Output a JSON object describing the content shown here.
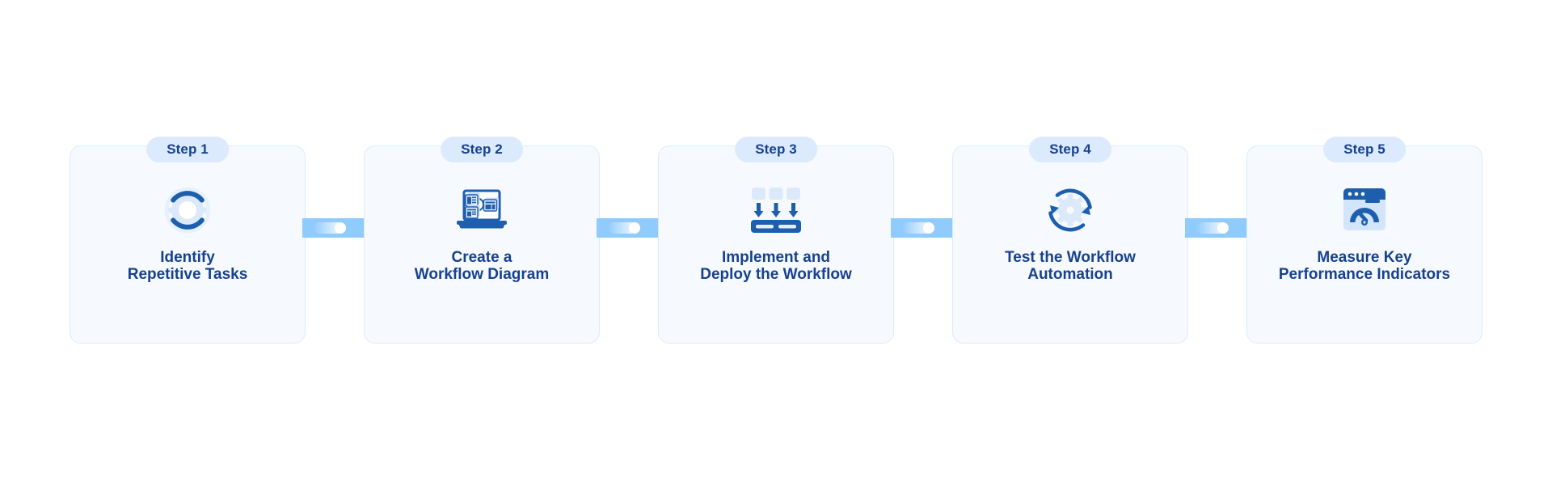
{
  "theme": {
    "page_background": "#ffffff",
    "card_background": "#f6faff",
    "card_border": "#dbeafe",
    "pill_background": "#dbeafc",
    "text_navy": "#17418f",
    "icon_dark_blue": "#1f61ad",
    "icon_light_blue": "#dbe9fb",
    "connector_blue": "#90cbfd",
    "connector_dot": "#ffffff"
  },
  "diagram": {
    "type": "process-steps",
    "orientation": "horizontal",
    "step_count": 5,
    "steps": [
      {
        "badge": "Step 1",
        "label": "Identify\nRepetitive Tasks",
        "icon": "gear-cycle-icon"
      },
      {
        "badge": "Step 2",
        "label": "Create a\nWorkflow Diagram",
        "icon": "laptop-workflow-diagram-icon"
      },
      {
        "badge": "Step 3",
        "label": "Implement and\nDeploy the Workflow",
        "icon": "deploy-arrows-server-icon"
      },
      {
        "badge": "Step 4",
        "label": "Test the Workflow\nAutomation",
        "icon": "refresh-gear-icon"
      },
      {
        "badge": "Step 5",
        "label": "Measure Key\nPerformance Indicators",
        "icon": "browser-gauge-icon"
      }
    ],
    "connectors": [
      {
        "name": "connector-1-2"
      },
      {
        "name": "connector-2-3"
      },
      {
        "name": "connector-3-4"
      },
      {
        "name": "connector-4-5"
      }
    ]
  }
}
